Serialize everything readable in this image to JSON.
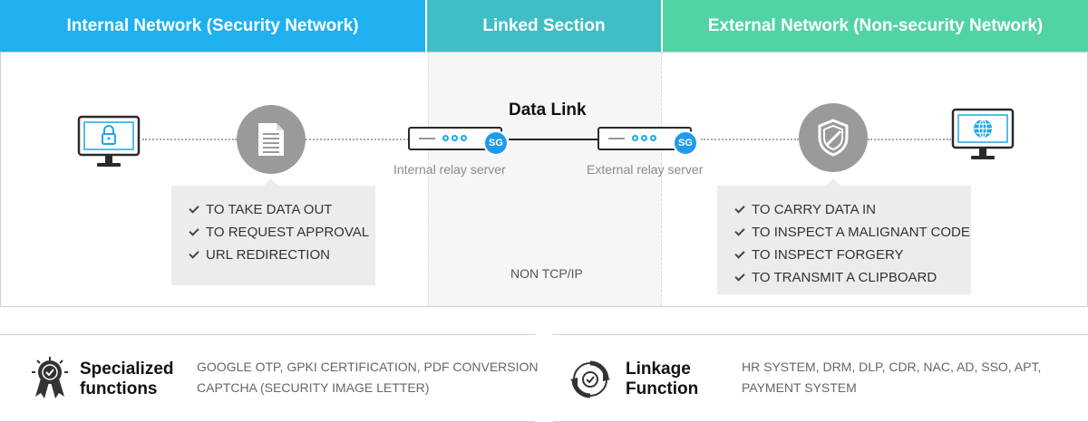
{
  "header": {
    "internal": "Internal Network (Security Network)",
    "linked": "Linked Section",
    "external": "External Network (Non-security Network)"
  },
  "diagram": {
    "data_link": "Data Link",
    "non_tcp": "NON TCP/IP",
    "internal_relay": {
      "label": "Internal relay server",
      "badge": "SG"
    },
    "external_relay": {
      "label": "External relay server",
      "badge": "SG"
    },
    "internal_functions": [
      "TO TAKE DATA OUT",
      "TO REQUEST APPROVAL",
      "URL REDIRECTION"
    ],
    "external_functions": [
      "TO CARRY DATA IN",
      "TO INSPECT A MALIGNANT CODE",
      "TO INSPECT FORGERY",
      "TO TRANSMIT A CLIPBOARD"
    ]
  },
  "features": {
    "specialized": {
      "title_line1": "Specialized",
      "title_line2": "functions",
      "desc_line1": "GOOGLE OTP, GPKI CERTIFICATION, PDF CONVERSION",
      "desc_line2": "CAPTCHA (SECURITY IMAGE LETTER)"
    },
    "linkage": {
      "title_line1": "Linkage",
      "title_line2": "Function",
      "desc_line1": "HR SYSTEM, DRM, DLP, CDR, NAC, AD, SSO, APT,",
      "desc_line2": "PAYMENT SYSTEM"
    }
  },
  "colors": {
    "internal": "#1fb0f0",
    "linked": "#3fbec6",
    "external": "#52d3a4",
    "sg_badge": "#1f9ce8"
  }
}
